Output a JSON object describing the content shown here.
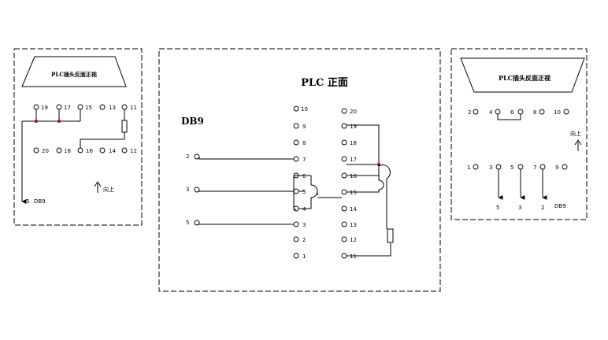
{
  "left_panel": {
    "title": "PLC插头反面正视",
    "top_pins": [
      "19",
      "17",
      "15",
      "13",
      "11"
    ],
    "bottom_pins": [
      "20",
      "18",
      "16",
      "14",
      "12"
    ],
    "db9_pin": "5",
    "db9_label": "DB9",
    "up_label": "向上"
  },
  "center_panel": {
    "title": "PLC 正面",
    "db9_title": "DB9",
    "db9_pins": [
      "2",
      "3",
      "5"
    ],
    "plc_left_pins": [
      "10",
      "9",
      "8",
      "7",
      "6",
      "5",
      "4",
      "3",
      "2",
      "1"
    ],
    "plc_right_pins": [
      "20",
      "19",
      "18",
      "17",
      "16",
      "15",
      "14",
      "13",
      "12",
      "11"
    ]
  },
  "right_panel": {
    "title": "PLC插头反面正视",
    "top_pins": [
      "2",
      "4",
      "6",
      "8",
      "10"
    ],
    "bottom_pins": [
      "1",
      "3",
      "5",
      "7",
      "9"
    ],
    "db9_labels": [
      "5",
      "3",
      "2"
    ],
    "db9_label": "DB9",
    "up_label": "向上"
  }
}
